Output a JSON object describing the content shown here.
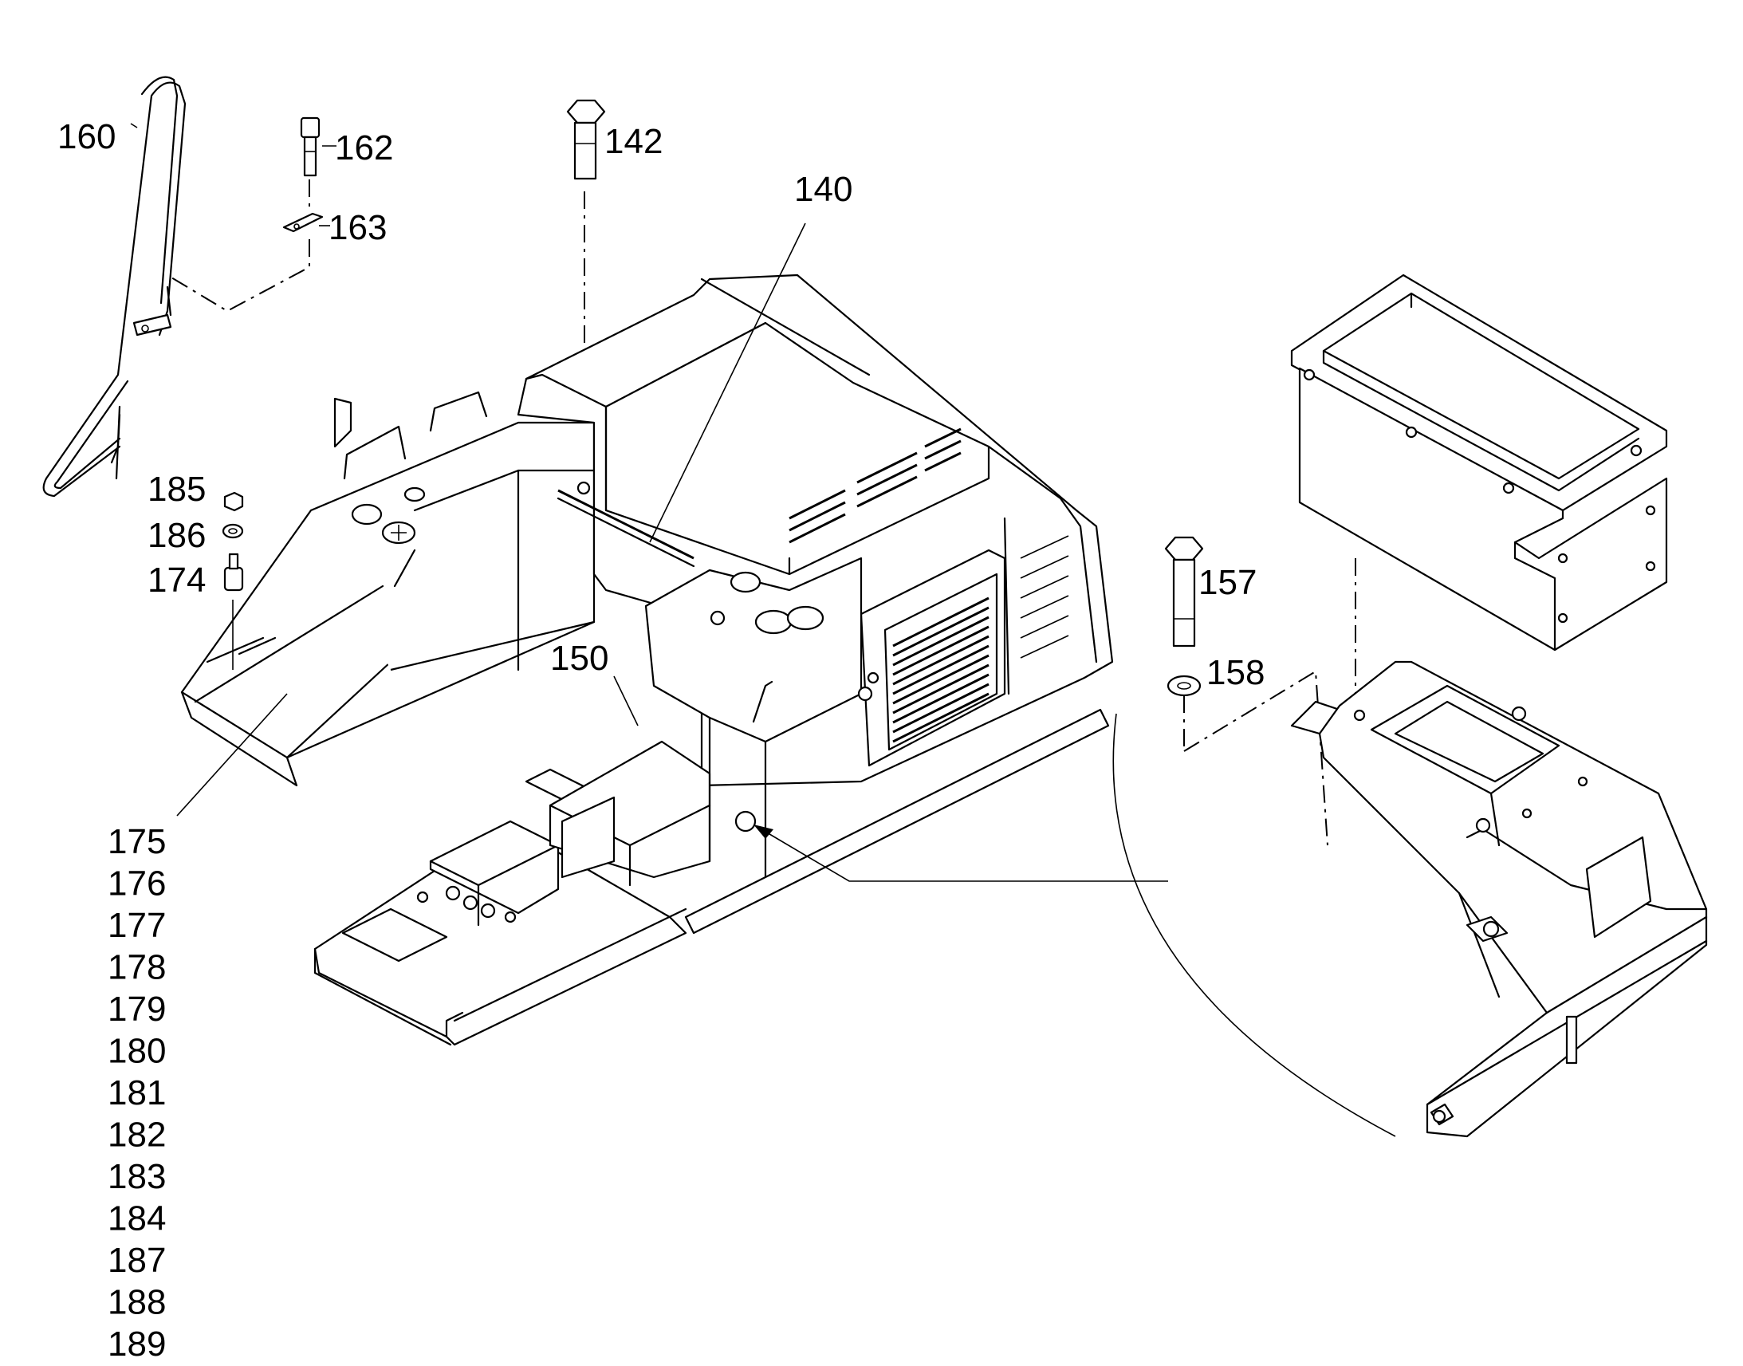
{
  "callouts": {
    "c140": "140",
    "c142": "142",
    "c150": "150",
    "c157": "157",
    "c158": "158",
    "c160": "160",
    "c162": "162",
    "c163": "163",
    "c174": "174",
    "c185": "185",
    "c186": "186"
  },
  "parts_list": [
    "175",
    "176",
    "177",
    "178",
    "179",
    "180",
    "181",
    "182",
    "183",
    "184",
    "187",
    "188",
    "189"
  ]
}
